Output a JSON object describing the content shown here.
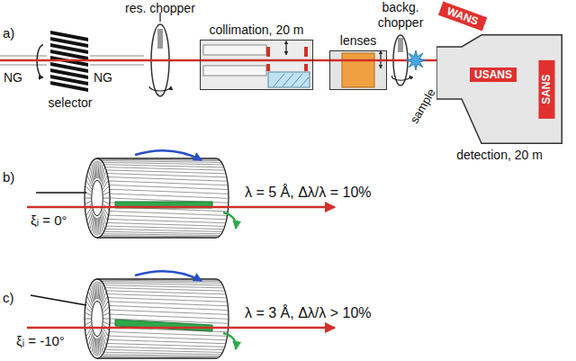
{
  "diagram": {
    "nodes": [
      {
        "text": [
          "collimation, 20 m"
        ]
      },
      {
        "text": [
          "lenses"
        ]
      },
      {
        "text": [
          "WANS"
        ]
      },
      {
        "text": [
          "detection, 20 m"
        ]
      },
      {
        "text": [
          "USANS"
        ],
        "in": 3
      },
      {
        "text": [
          "SANS"
        ],
        "in": 3
      }
    ],
    "labels": [
      "a)",
      "NG",
      "NG",
      "selector",
      "res. chopper",
      "backg. chopper",
      "sample",
      "b)",
      "ξᵢ = 0°",
      "λ = 5 Å, Δλ/λ = 10%",
      "c)",
      "ξᵢ = -10°",
      "λ = 3 Å, Δλ/λ > 10%"
    ]
  }
}
